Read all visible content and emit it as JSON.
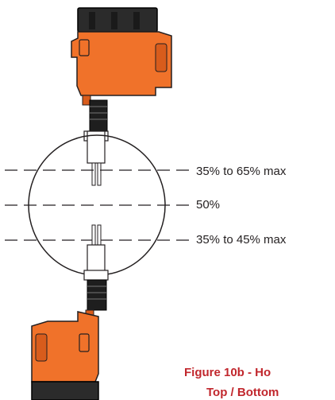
{
  "levels": [
    {
      "label": "35% to 65% max"
    },
    {
      "label": "50%"
    },
    {
      "label": "35% to 45% max"
    }
  ],
  "caption": {
    "line1": "Figure 10b - Ho",
    "line2": "Top / Bottom"
  },
  "colors": {
    "housing_orange": "#f0722a",
    "housing_shade": "#d85c1c",
    "outline": "#231f20",
    "caption_red": "#c1272d"
  }
}
